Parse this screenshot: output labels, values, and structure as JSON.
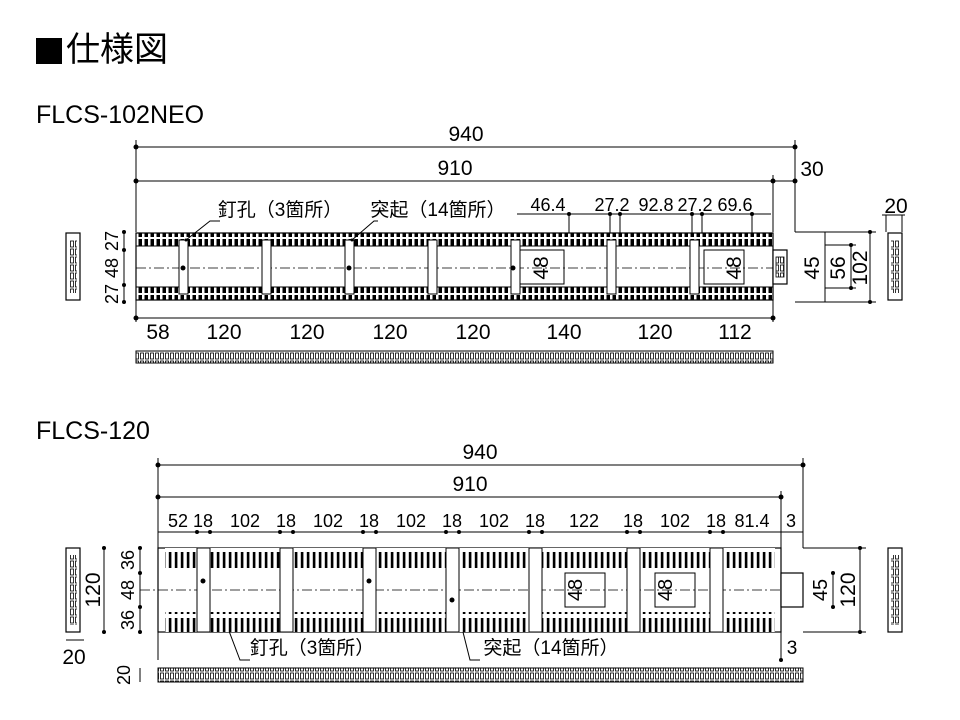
{
  "title": "仕様図",
  "models": [
    {
      "name": "FLCS-102NEO",
      "dims": {
        "overall_length": "940",
        "body_length": "910",
        "connector": "30",
        "height_right": "20",
        "top_segments": [
          "46.4",
          "27.2",
          "92.8",
          "27.2",
          "69.6"
        ],
        "left_side": [
          "27",
          "48",
          "27"
        ],
        "bottom_segments": [
          "58",
          "120",
          "120",
          "120",
          "120",
          "140",
          "120",
          "112"
        ],
        "inner_height": "48",
        "right_height": [
          "45",
          "56",
          "102"
        ]
      },
      "labels": {
        "nail_holes": "釘孔（3箇所）",
        "protrusions": "突起（14箇所）"
      }
    },
    {
      "name": "FLCS-120",
      "dims": {
        "overall_length": "940",
        "body_length": "910",
        "top_segments": [
          "52",
          "18",
          "102",
          "18",
          "102",
          "18",
          "102",
          "18",
          "102",
          "18",
          "122",
          "18",
          "102",
          "18",
          "81.4",
          "3"
        ],
        "left_side": [
          "36",
          "48",
          "36"
        ],
        "left_total": "120",
        "left_thickness": "20",
        "inner_height": "48",
        "right_height": [
          "45",
          "120"
        ],
        "bottom_gap": "3",
        "side_thickness": "20"
      },
      "labels": {
        "nail_holes": "釘孔（3箇所）",
        "protrusions": "突起（14箇所）"
      }
    }
  ]
}
